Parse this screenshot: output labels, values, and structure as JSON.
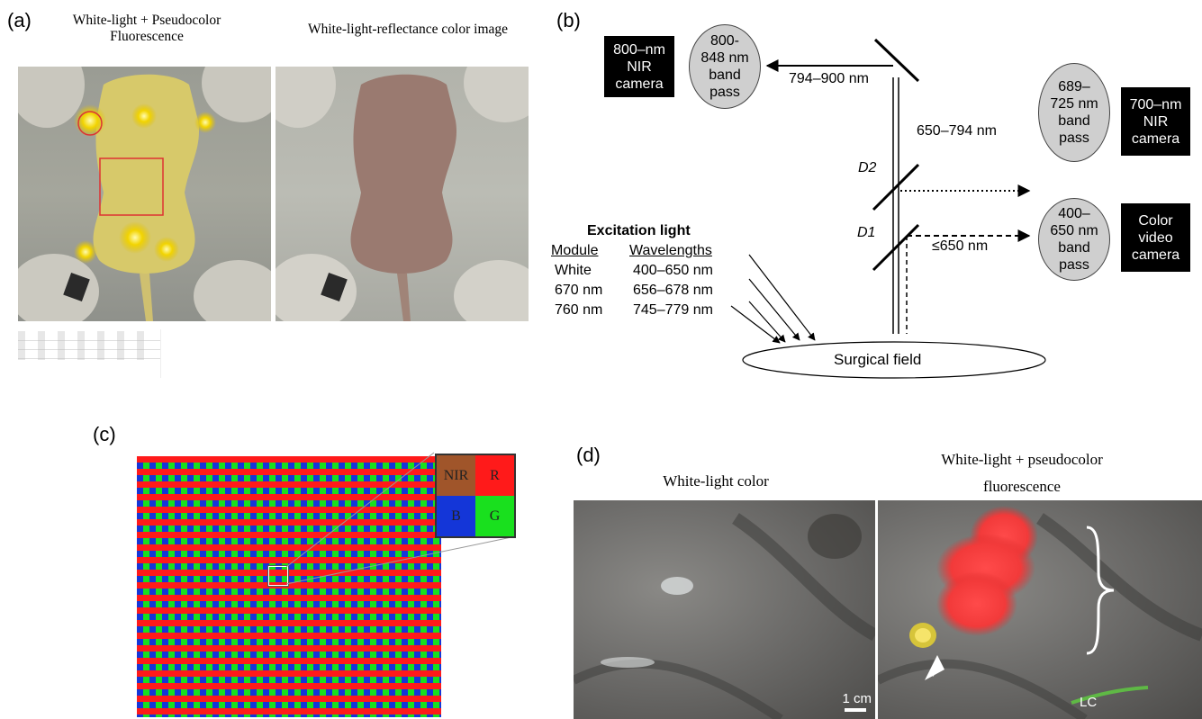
{
  "panel_a": {
    "letter": "(a)",
    "caption_left": [
      "White-light + Pseudocolor",
      "Fluorescence"
    ],
    "caption_right": "White-light-reflectance color image"
  },
  "panel_b": {
    "letter": "(b)",
    "nir800_camera": [
      "800–nm",
      "NIR",
      "camera"
    ],
    "nir800_filter": [
      "800-",
      "848 nm",
      "band",
      "pass"
    ],
    "nir700_filter": [
      "689–",
      "725 nm",
      "band",
      "pass"
    ],
    "nir700_camera": [
      "700–nm",
      "NIR",
      "camera"
    ],
    "color_filter": [
      "400–",
      "650 nm",
      "band",
      "pass"
    ],
    "color_camera": [
      "Color",
      "video",
      "camera"
    ],
    "beam_800": "794–900 nm",
    "beam_700": "650–794 nm",
    "beam_color": "≤650 nm",
    "d2": "D2",
    "d1": "D1",
    "surgical_field": "Surgical field",
    "excitation": {
      "title": "Excitation light",
      "col_module": "Module",
      "col_wavelengths": "Wavelengths",
      "rows": [
        {
          "module": "White",
          "wavelengths": "400–650 nm"
        },
        {
          "module": "670 nm",
          "wavelengths": "656–678 nm"
        },
        {
          "module": "760 nm",
          "wavelengths": "745–779 nm"
        }
      ]
    }
  },
  "panel_c": {
    "letter": "(c)",
    "pixel_labels": [
      "NIR",
      "R",
      "B",
      "G"
    ],
    "colors": {
      "nir": "#a0552a",
      "r": "#ff1a1a",
      "b": "#1436d8",
      "g": "#19e01e"
    }
  },
  "panel_d": {
    "letter": "(d)",
    "caption_left": "White-light color",
    "caption_right": [
      "White-light + pseudocolor",
      "fluorescence"
    ],
    "scale_label": "1 cm",
    "lc_label": "LC"
  }
}
